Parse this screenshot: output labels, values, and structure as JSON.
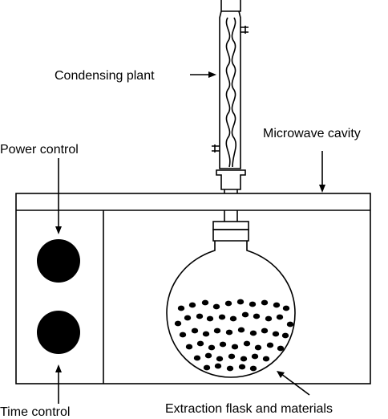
{
  "labels": {
    "condensing_plant": "Condensing plant",
    "microwave_cavity": "Microwave cavity",
    "power_control": "Power control",
    "time_control": "Time control",
    "extraction_flask": "Extraction flask and materials"
  },
  "colors": {
    "line": "#000000",
    "fill": "#000000",
    "background": "#ffffff"
  }
}
